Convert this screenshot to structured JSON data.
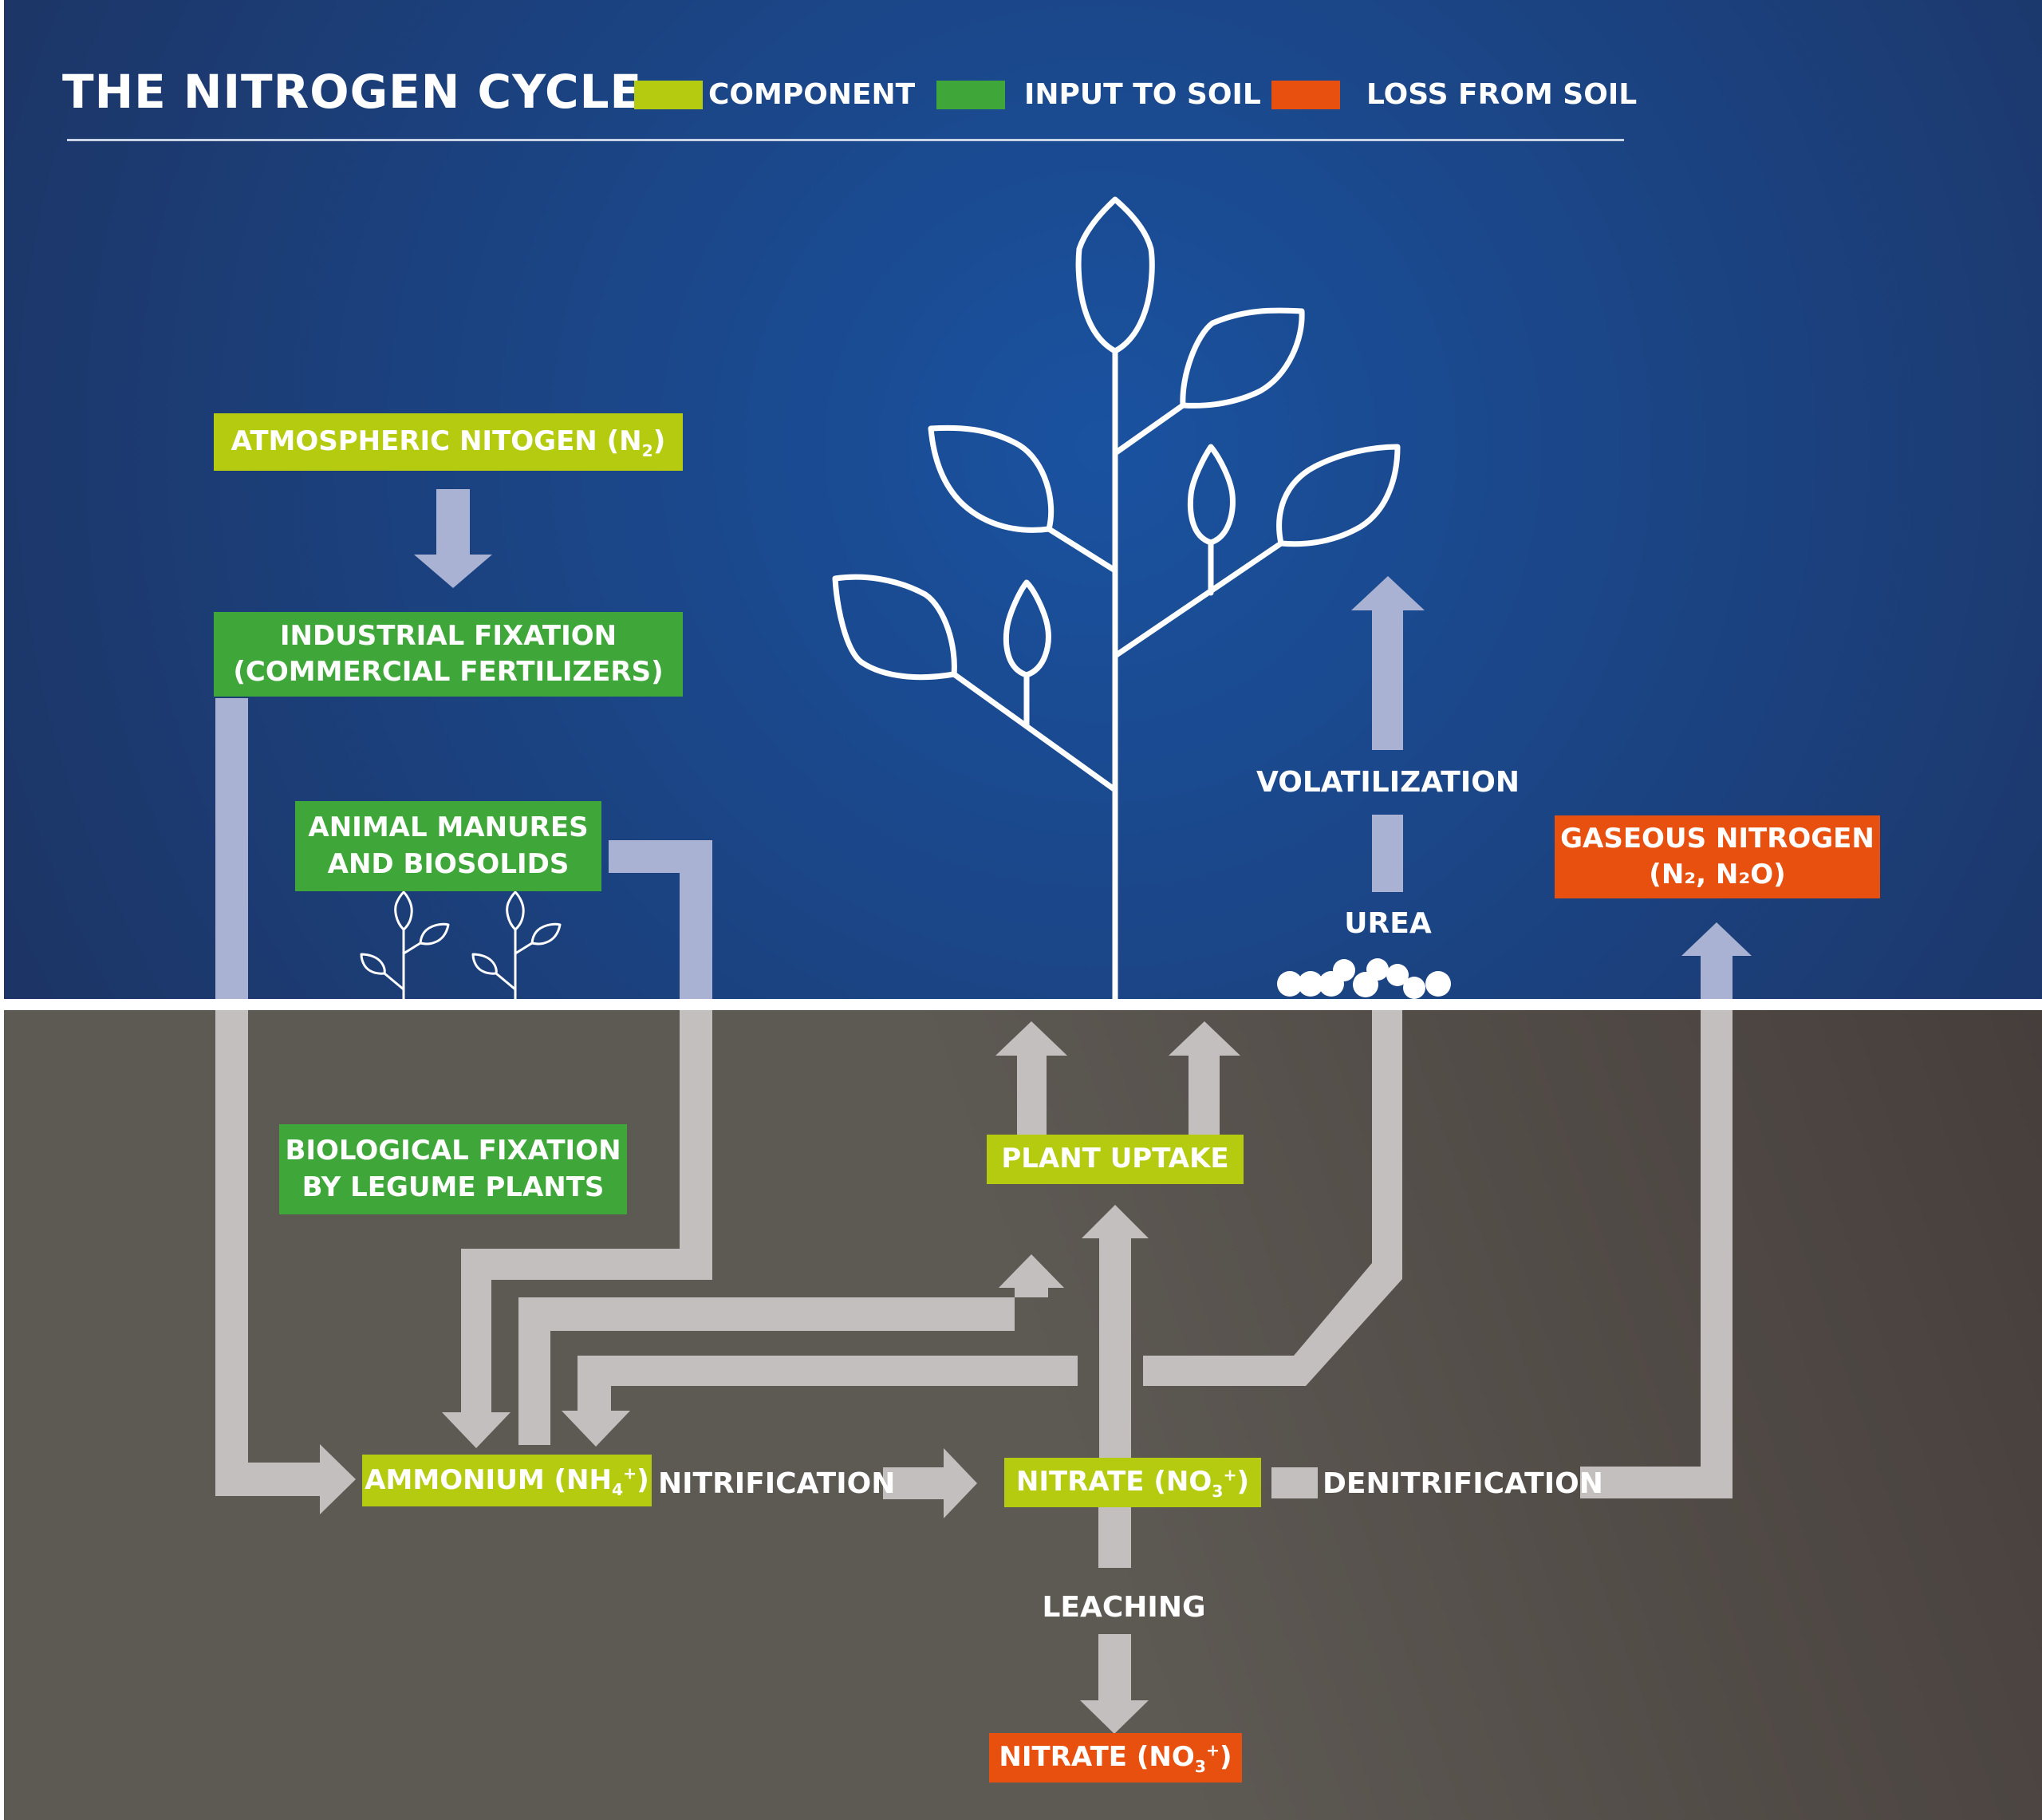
{
  "title": "THE NITROGEN CYCLE",
  "legend": [
    {
      "label": "COMPONENT",
      "color": "#b4cb10"
    },
    {
      "label": "INPUT TO SOIL",
      "color": "#3fa73a"
    },
    {
      "label": "LOSS FROM SOIL",
      "color": "#e85010"
    }
  ],
  "colors": {
    "sky_top": "#1c3566",
    "sky_mid": "#1a52a0",
    "soil": "#5d5953",
    "soil_dark": "#463e3b",
    "arrow": "#c3bfbe",
    "arrow_on_sky": "#a9b2d3",
    "line": "#ffffff"
  },
  "nodes": {
    "atmospheric": {
      "text": "ATMOSPHERIC NITOGEN (N",
      "sub": "2",
      "tail": ")"
    },
    "industrial": {
      "line1": "INDUSTRIAL FIXATION",
      "line2": "(COMMERCIAL FERTILIZERS)"
    },
    "manures": {
      "line1": "ANIMAL MANURES",
      "line2": "AND BIOSOLIDS"
    },
    "biological": {
      "line1": "BIOLOGICAL FIXATION",
      "line2": "BY LEGUME PLANTS"
    },
    "plant_uptake": {
      "text": "PLANT UPTAKE"
    },
    "ammonium": {
      "text": "AMMONIUM (NH",
      "sub": "4",
      "sup": "+",
      "tail": ")"
    },
    "nitrate": {
      "text": "NITRATE (NO",
      "sub": "3",
      "sup": "+",
      "tail": ")"
    },
    "gaseous": {
      "line1": "GASEOUS NITROGEN",
      "line2": "(N₂, N₂O)"
    },
    "nitrate_lost": {
      "text": "NITRATE (NO",
      "sub": "3",
      "sup": "+",
      "tail": ")"
    }
  },
  "flows": {
    "volatilization": "VOLATILIZATION",
    "urea": "UREA",
    "nitrification": "NITRIFICATION",
    "denitrification": "DENITRIFICATION",
    "leaching": "LEACHING"
  },
  "icons": [
    "large-plant-icon",
    "seedling-icon",
    "urea-pellets-icon",
    "flow-arrow-icon"
  ]
}
